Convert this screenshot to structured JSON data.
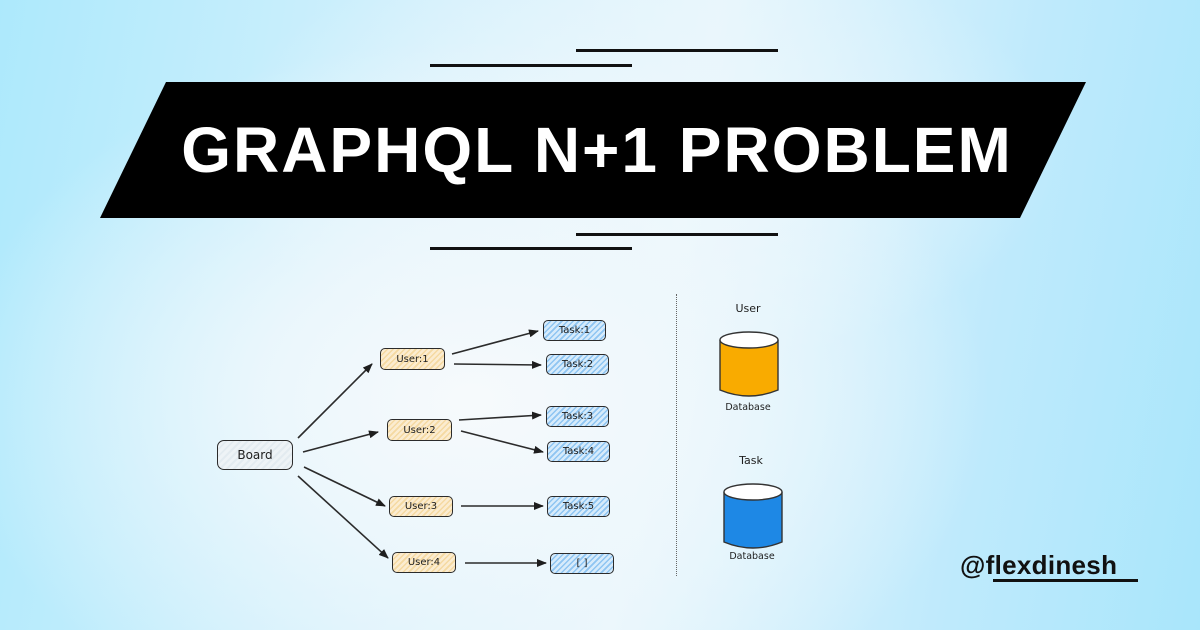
{
  "banner": {
    "title": "GRAPHQL N+1 PROBLEM",
    "background_color": "#000000",
    "text_color": "#ffffff"
  },
  "diagram": {
    "root": {
      "label": "Board"
    },
    "users": [
      {
        "label": "User:1",
        "tasks": [
          "Task:1",
          "Task:2"
        ]
      },
      {
        "label": "User:2",
        "tasks": [
          "Task:3",
          "Task:4"
        ]
      },
      {
        "label": "User:3",
        "tasks": [
          "Task:5"
        ]
      },
      {
        "label": "User:4",
        "tasks": [
          "[ ]"
        ]
      }
    ],
    "nodes": {
      "board": "Board",
      "user1": "User:1",
      "user2": "User:2",
      "user3": "User:3",
      "user4": "User:4",
      "task1": "Task:1",
      "task2": "Task:2",
      "task3": "Task:3",
      "task4": "Task:4",
      "task5": "Task:5",
      "empty": "[ ]"
    },
    "colors": {
      "user_fill": "#fbecd0",
      "task_fill": "#d6ebfb",
      "board_fill": "#eef3f6"
    }
  },
  "databases": [
    {
      "title": "User",
      "caption": "Database",
      "color": "#f9ab00"
    },
    {
      "title": "Task",
      "caption": "Database",
      "color": "#1e88e5"
    }
  ],
  "footer": {
    "handle_at": "@",
    "handle_name": "flexdinesh"
  }
}
